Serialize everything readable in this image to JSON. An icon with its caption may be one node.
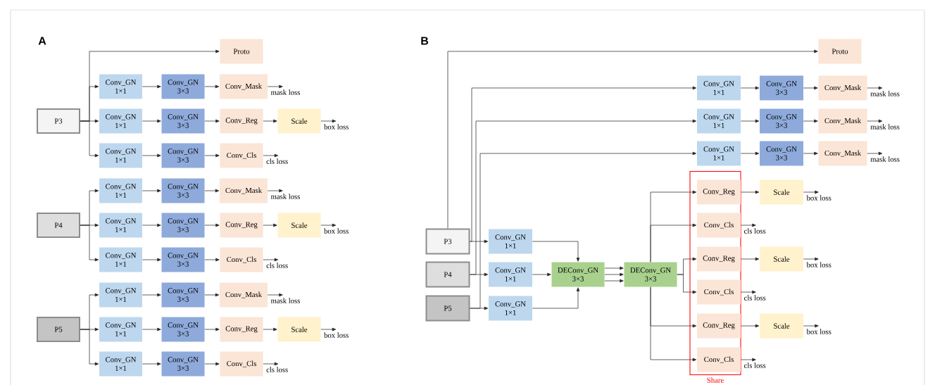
{
  "diagram": {
    "nodes": [
      {
        "text": [
          "Proto"
        ]
      },
      {
        "text": [
          "P3"
        ]
      },
      {
        "text": [
          "Conv_GN 1×1"
        ]
      },
      {
        "text": [
          "Conv_GN 3×3"
        ]
      },
      {
        "text": [
          "Conv_Mask"
        ]
      },
      {
        "text": [
          "Conv_GN 1×1"
        ]
      },
      {
        "text": [
          "Conv_GN 3×3"
        ]
      },
      {
        "text": [
          "Conv_Reg"
        ]
      },
      {
        "text": [
          "Scale"
        ]
      },
      {
        "text": [
          "Conv_GN 1×1"
        ]
      },
      {
        "text": [
          "Conv_GN 3×3"
        ]
      },
      {
        "text": [
          "Conv_Cls"
        ]
      },
      {
        "text": [
          "P4"
        ]
      },
      {
        "text": [
          "Conv_GN 1×1"
        ]
      },
      {
        "text": [
          "Conv_GN 3×3"
        ]
      },
      {
        "text": [
          "Conv_Mask"
        ]
      },
      {
        "text": [
          "Conv_GN 1×1"
        ]
      },
      {
        "text": [
          "Conv_GN 3×3"
        ]
      },
      {
        "text": [
          "Conv_Reg"
        ]
      },
      {
        "text": [
          "Scale"
        ]
      },
      {
        "text": [
          "Conv_GN 1×1"
        ]
      },
      {
        "text": [
          "Conv_GN 3×3"
        ]
      },
      {
        "text": [
          "Conv_Cls"
        ]
      },
      {
        "text": [
          "P5"
        ]
      },
      {
        "text": [
          "Conv_GN 1×1"
        ]
      },
      {
        "text": [
          "Conv_GN 3×3"
        ]
      },
      {
        "text": [
          "Conv_Mask"
        ]
      },
      {
        "text": [
          "Conv_GN 1×1"
        ]
      },
      {
        "text": [
          "Conv_GN 3×3"
        ]
      },
      {
        "text": [
          "Conv_Reg"
        ]
      },
      {
        "text": [
          "Scale"
        ]
      },
      {
        "text": [
          "Conv_GN 1×1"
        ]
      },
      {
        "text": [
          "Conv_GN 3×3"
        ]
      },
      {
        "text": [
          "Conv_Cls"
        ]
      },
      {
        "text": [
          "Proto"
        ]
      },
      {
        "text": [
          "Conv_GN 1×1"
        ]
      },
      {
        "text": [
          "Conv_GN 3×3"
        ]
      },
      {
        "text": [
          "Conv_Mask"
        ]
      },
      {
        "text": [
          "Conv_GN 1×1"
        ]
      },
      {
        "text": [
          "Conv_GN 3×3"
        ]
      },
      {
        "text": [
          "Conv_Mask"
        ]
      },
      {
        "text": [
          "Conv_GN 1×1"
        ]
      },
      {
        "text": [
          "Conv_GN 3×3"
        ]
      },
      {
        "text": [
          "Conv_Mask"
        ]
      },
      {
        "text": [
          "P3"
        ]
      },
      {
        "text": [
          "Conv_GN 1×1"
        ]
      },
      {
        "text": [
          "P4"
        ]
      },
      {
        "text": [
          "Conv_GN 1×1"
        ]
      },
      {
        "text": [
          "P5"
        ]
      },
      {
        "text": [
          "Conv_GN 1×1"
        ]
      },
      {
        "text": [
          "DEConv_GN 3×3"
        ]
      },
      {
        "text": [
          "DEConv_GN 3×3"
        ]
      },
      {
        "text": [
          "Share"
        ]
      },
      {
        "text": [
          "Conv_Reg"
        ],
        "in": 52
      },
      {
        "text": [
          "Scale"
        ]
      },
      {
        "text": [
          "Conv_Cls"
        ],
        "in": 52
      },
      {
        "text": [
          "Conv_Reg"
        ],
        "in": 52
      },
      {
        "text": [
          "Scale"
        ]
      },
      {
        "text": [
          "Conv_Cls"
        ],
        "in": 52
      },
      {
        "text": [
          "Conv_Reg"
        ],
        "in": 52
      },
      {
        "text": [
          "Scale"
        ]
      },
      {
        "text": [
          "Conv_Cls"
        ],
        "in": 52
      }
    ],
    "edges": [
      {
        "from": 1,
        "to": 0,
        "arrow": "to"
      },
      {
        "from": 1,
        "to": 2,
        "arrow": "to"
      },
      {
        "from": 2,
        "to": 3,
        "arrow": "to"
      },
      {
        "from": 3,
        "to": 4,
        "arrow": "to"
      },
      {
        "from": 4,
        "to": null,
        "arrow": "to",
        "label": "mask loss"
      },
      {
        "from": 1,
        "to": 5,
        "arrow": "to"
      },
      {
        "from": 5,
        "to": 6,
        "arrow": "to"
      },
      {
        "from": 6,
        "to": 7,
        "arrow": "to"
      },
      {
        "from": 7,
        "to": 8,
        "arrow": "to"
      },
      {
        "from": 8,
        "to": null,
        "arrow": "to",
        "label": "box loss"
      },
      {
        "from": 1,
        "to": 9,
        "arrow": "to"
      },
      {
        "from": 9,
        "to": 10,
        "arrow": "to"
      },
      {
        "from": 10,
        "to": 11,
        "arrow": "to"
      },
      {
        "from": 11,
        "to": null,
        "arrow": "to",
        "label": "cls loss"
      },
      {
        "from": 12,
        "to": 13,
        "arrow": "to"
      },
      {
        "from": 13,
        "to": 14,
        "arrow": "to"
      },
      {
        "from": 14,
        "to": 15,
        "arrow": "to"
      },
      {
        "from": 15,
        "to": null,
        "arrow": "to",
        "label": "mask loss"
      },
      {
        "from": 12,
        "to": 16,
        "arrow": "to"
      },
      {
        "from": 16,
        "to": 17,
        "arrow": "to"
      },
      {
        "from": 17,
        "to": 18,
        "arrow": "to"
      },
      {
        "from": 18,
        "to": 19,
        "arrow": "to"
      },
      {
        "from": 19,
        "to": null,
        "arrow": "to",
        "label": "box loss"
      },
      {
        "from": 12,
        "to": 20,
        "arrow": "to"
      },
      {
        "from": 20,
        "to": 21,
        "arrow": "to"
      },
      {
        "from": 21,
        "to": 22,
        "arrow": "to"
      },
      {
        "from": 22,
        "to": null,
        "arrow": "to",
        "label": "cls loss"
      },
      {
        "from": 23,
        "to": 24,
        "arrow": "to"
      },
      {
        "from": 24,
        "to": 25,
        "arrow": "to"
      },
      {
        "from": 25,
        "to": 26,
        "arrow": "to"
      },
      {
        "from": 26,
        "to": null,
        "arrow": "to",
        "label": "mask loss"
      },
      {
        "from": 23,
        "to": 27,
        "arrow": "to"
      },
      {
        "from": 27,
        "to": 28,
        "arrow": "to"
      },
      {
        "from": 28,
        "to": 29,
        "arrow": "to"
      },
      {
        "from": 29,
        "to": 30,
        "arrow": "to"
      },
      {
        "from": 30,
        "to": null,
        "arrow": "to",
        "label": "box loss"
      },
      {
        "from": 23,
        "to": 31,
        "arrow": "to"
      },
      {
        "from": 31,
        "to": 32,
        "arrow": "to"
      },
      {
        "from": 32,
        "to": 33,
        "arrow": "to"
      },
      {
        "from": 33,
        "to": null,
        "arrow": "to",
        "label": "cls loss"
      },
      {
        "from": 44,
        "to": 34,
        "arrow": "to"
      },
      {
        "from": 44,
        "to": 35,
        "arrow": "to"
      },
      {
        "from": 35,
        "to": 36,
        "arrow": "to"
      },
      {
        "from": 36,
        "to": 37,
        "arrow": "to"
      },
      {
        "from": 37,
        "to": null,
        "arrow": "to",
        "label": "mask loss"
      },
      {
        "from": 46,
        "to": 38,
        "arrow": "to"
      },
      {
        "from": 38,
        "to": 39,
        "arrow": "to"
      },
      {
        "from": 39,
        "to": 40,
        "arrow": "to"
      },
      {
        "from": 40,
        "to": null,
        "arrow": "to",
        "label": "mask loss"
      },
      {
        "from": 48,
        "to": 41,
        "arrow": "to"
      },
      {
        "from": 41,
        "to": 42,
        "arrow": "to"
      },
      {
        "from": 42,
        "to": 43,
        "arrow": "to"
      },
      {
        "from": 43,
        "to": null,
        "arrow": "to",
        "label": "mask loss"
      },
      {
        "from": 44,
        "to": 45,
        "arrow": "to"
      },
      {
        "from": 46,
        "to": 47,
        "arrow": "to"
      },
      {
        "from": 48,
        "to": 49,
        "arrow": "to"
      },
      {
        "from": 45,
        "to": 50,
        "arrow": "to"
      },
      {
        "from": 47,
        "to": 50,
        "arrow": "to"
      },
      {
        "from": 49,
        "to": 50,
        "arrow": "to"
      },
      {
        "from": 50,
        "to": 51,
        "arrow": "to"
      },
      {
        "from": 50,
        "to": 51,
        "arrow": "to"
      },
      {
        "from": 50,
        "to": 51,
        "arrow": "to"
      },
      {
        "from": 51,
        "to": 53,
        "arrow": "to"
      },
      {
        "from": 53,
        "to": 54,
        "arrow": "to"
      },
      {
        "from": 54,
        "to": null,
        "arrow": "to",
        "label": "box loss"
      },
      {
        "from": 51,
        "to": 55,
        "arrow": "to"
      },
      {
        "from": 55,
        "to": null,
        "arrow": "to",
        "label": "cls loss"
      },
      {
        "from": 51,
        "to": 56,
        "arrow": "to"
      },
      {
        "from": 56,
        "to": 57,
        "arrow": "to"
      },
      {
        "from": 57,
        "to": null,
        "arrow": "to",
        "label": "box loss"
      },
      {
        "from": 51,
        "to": 58,
        "arrow": "to"
      },
      {
        "from": 58,
        "to": null,
        "arrow": "to",
        "label": "cls loss"
      },
      {
        "from": 51,
        "to": 59,
        "arrow": "to"
      },
      {
        "from": 59,
        "to": 60,
        "arrow": "to"
      },
      {
        "from": 60,
        "to": null,
        "arrow": "to",
        "label": "box loss"
      },
      {
        "from": 51,
        "to": 61,
        "arrow": "to"
      },
      {
        "from": 61,
        "to": null,
        "arrow": "to",
        "label": "cls loss"
      }
    ],
    "labels": [
      "A",
      "B"
    ]
  }
}
